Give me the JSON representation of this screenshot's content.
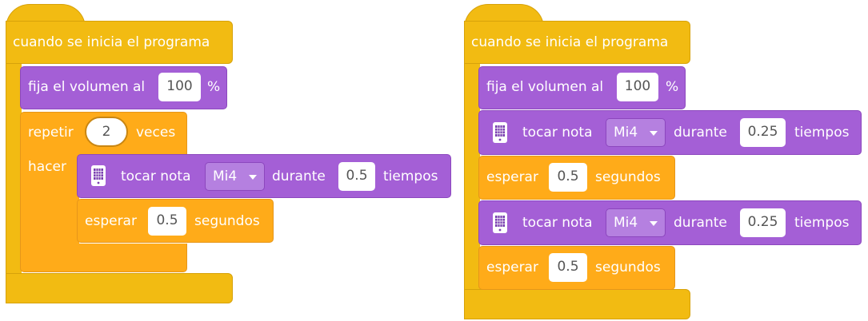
{
  "labels": {
    "when_start": "cuando se inicia el programa",
    "set_volume": "fija el volumen al",
    "percent": "%",
    "repeat": "repetir",
    "times": "veces",
    "do": "hacer",
    "play_note": "tocar nota",
    "during": "durante",
    "beats": "tiempos",
    "wait": "esperar",
    "seconds": "segundos"
  },
  "left_script": {
    "volume": "100",
    "repeat_count": "2",
    "note": "Mi4",
    "note_duration": "0.5",
    "wait_seconds": "0.5"
  },
  "right_script": {
    "volume": "100",
    "notes": [
      {
        "note": "Mi4",
        "duration": "0.25",
        "wait": "0.5"
      },
      {
        "note": "Mi4",
        "duration": "0.25",
        "wait": "0.5"
      }
    ]
  },
  "colors": {
    "event": "#f2bb12",
    "control": "#ffab19",
    "sound": "#a45fd6"
  },
  "icons": {
    "note_icon": "speaker-grid-icon"
  }
}
